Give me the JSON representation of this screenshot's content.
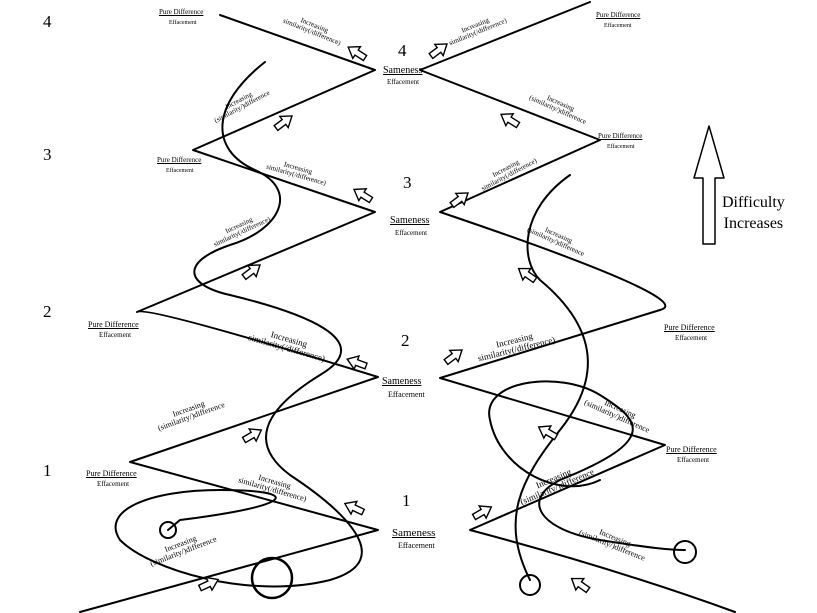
{
  "level_numbers": {
    "left": [
      "1",
      "2",
      "3",
      "4"
    ],
    "center": [
      "1",
      "2",
      "3",
      "4"
    ]
  },
  "labels": {
    "pure_difference": "Pure Difference",
    "sameness": "Sameness",
    "effacement": "Effacement",
    "increasing": "Increasing",
    "increasing_line_a": "similarity(/difference)",
    "increasing_line_b": "(similarity/)difference",
    "difficulty_line1": "Difficulty",
    "difficulty_line2": "Increases"
  }
}
